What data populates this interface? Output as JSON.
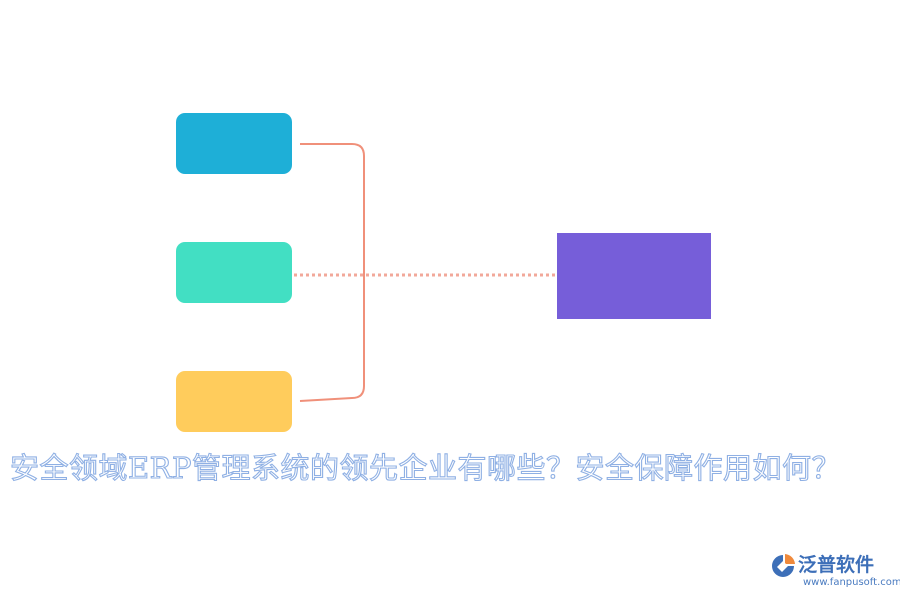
{
  "diagram": {
    "nodes": [
      {
        "id": "blue",
        "color": "#1eafd7"
      },
      {
        "id": "teal",
        "color": "#42dfc3"
      },
      {
        "id": "yellow",
        "color": "#ffcc5c"
      },
      {
        "id": "purple",
        "color": "#765ed9"
      }
    ],
    "connector_color": "#f0907a",
    "dotted_connector_color": "#f2a89a"
  },
  "caption": "安全领域ERP管理系统的领先企业有哪些？安全保障作用如何？",
  "watermark": {
    "name": "泛普软件",
    "url": "www.fanpusoft.com",
    "icon": "fanpu-logo-icon"
  }
}
